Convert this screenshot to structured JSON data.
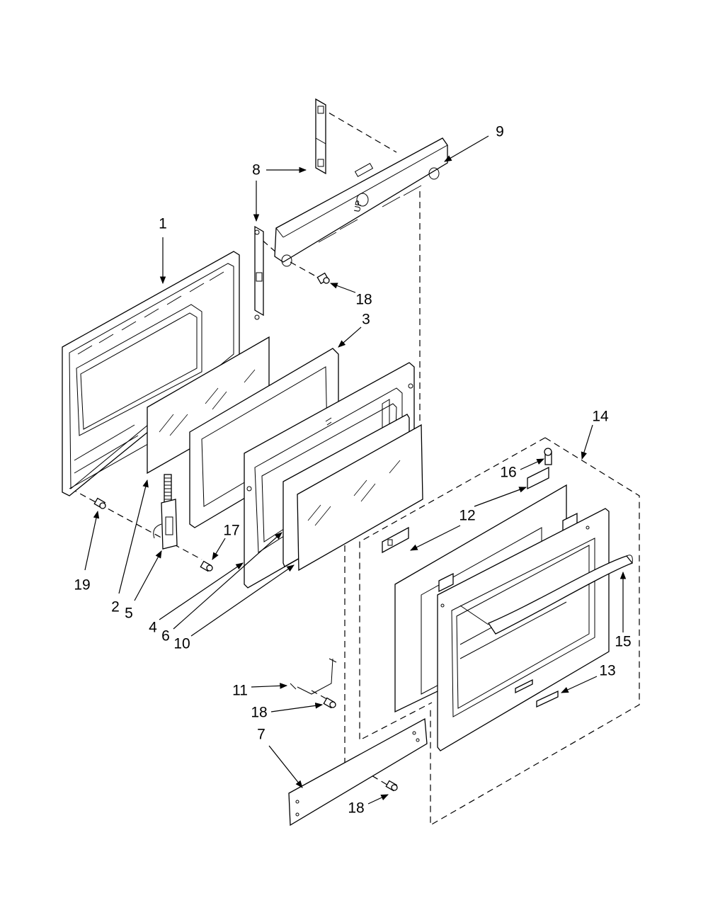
{
  "callouts": [
    {
      "id": "1",
      "text": "1"
    },
    {
      "id": "2",
      "text": "2"
    },
    {
      "id": "3",
      "text": "3"
    },
    {
      "id": "4",
      "text": "4"
    },
    {
      "id": "5",
      "text": "5"
    },
    {
      "id": "6",
      "text": "6"
    },
    {
      "id": "7",
      "text": "7"
    },
    {
      "id": "8",
      "text": "8"
    },
    {
      "id": "9",
      "text": "9"
    },
    {
      "id": "10",
      "text": "10"
    },
    {
      "id": "11",
      "text": "11"
    },
    {
      "id": "12",
      "text": "12"
    },
    {
      "id": "13",
      "text": "13"
    },
    {
      "id": "14",
      "text": "14"
    },
    {
      "id": "15",
      "text": "15"
    },
    {
      "id": "16",
      "text": "16"
    },
    {
      "id": "17",
      "text": "17"
    },
    {
      "id": "18a",
      "text": "18"
    },
    {
      "id": "18b",
      "text": "18"
    },
    {
      "id": "18c",
      "text": "18"
    },
    {
      "id": "19",
      "text": "19"
    }
  ],
  "panel_marking": "UP"
}
